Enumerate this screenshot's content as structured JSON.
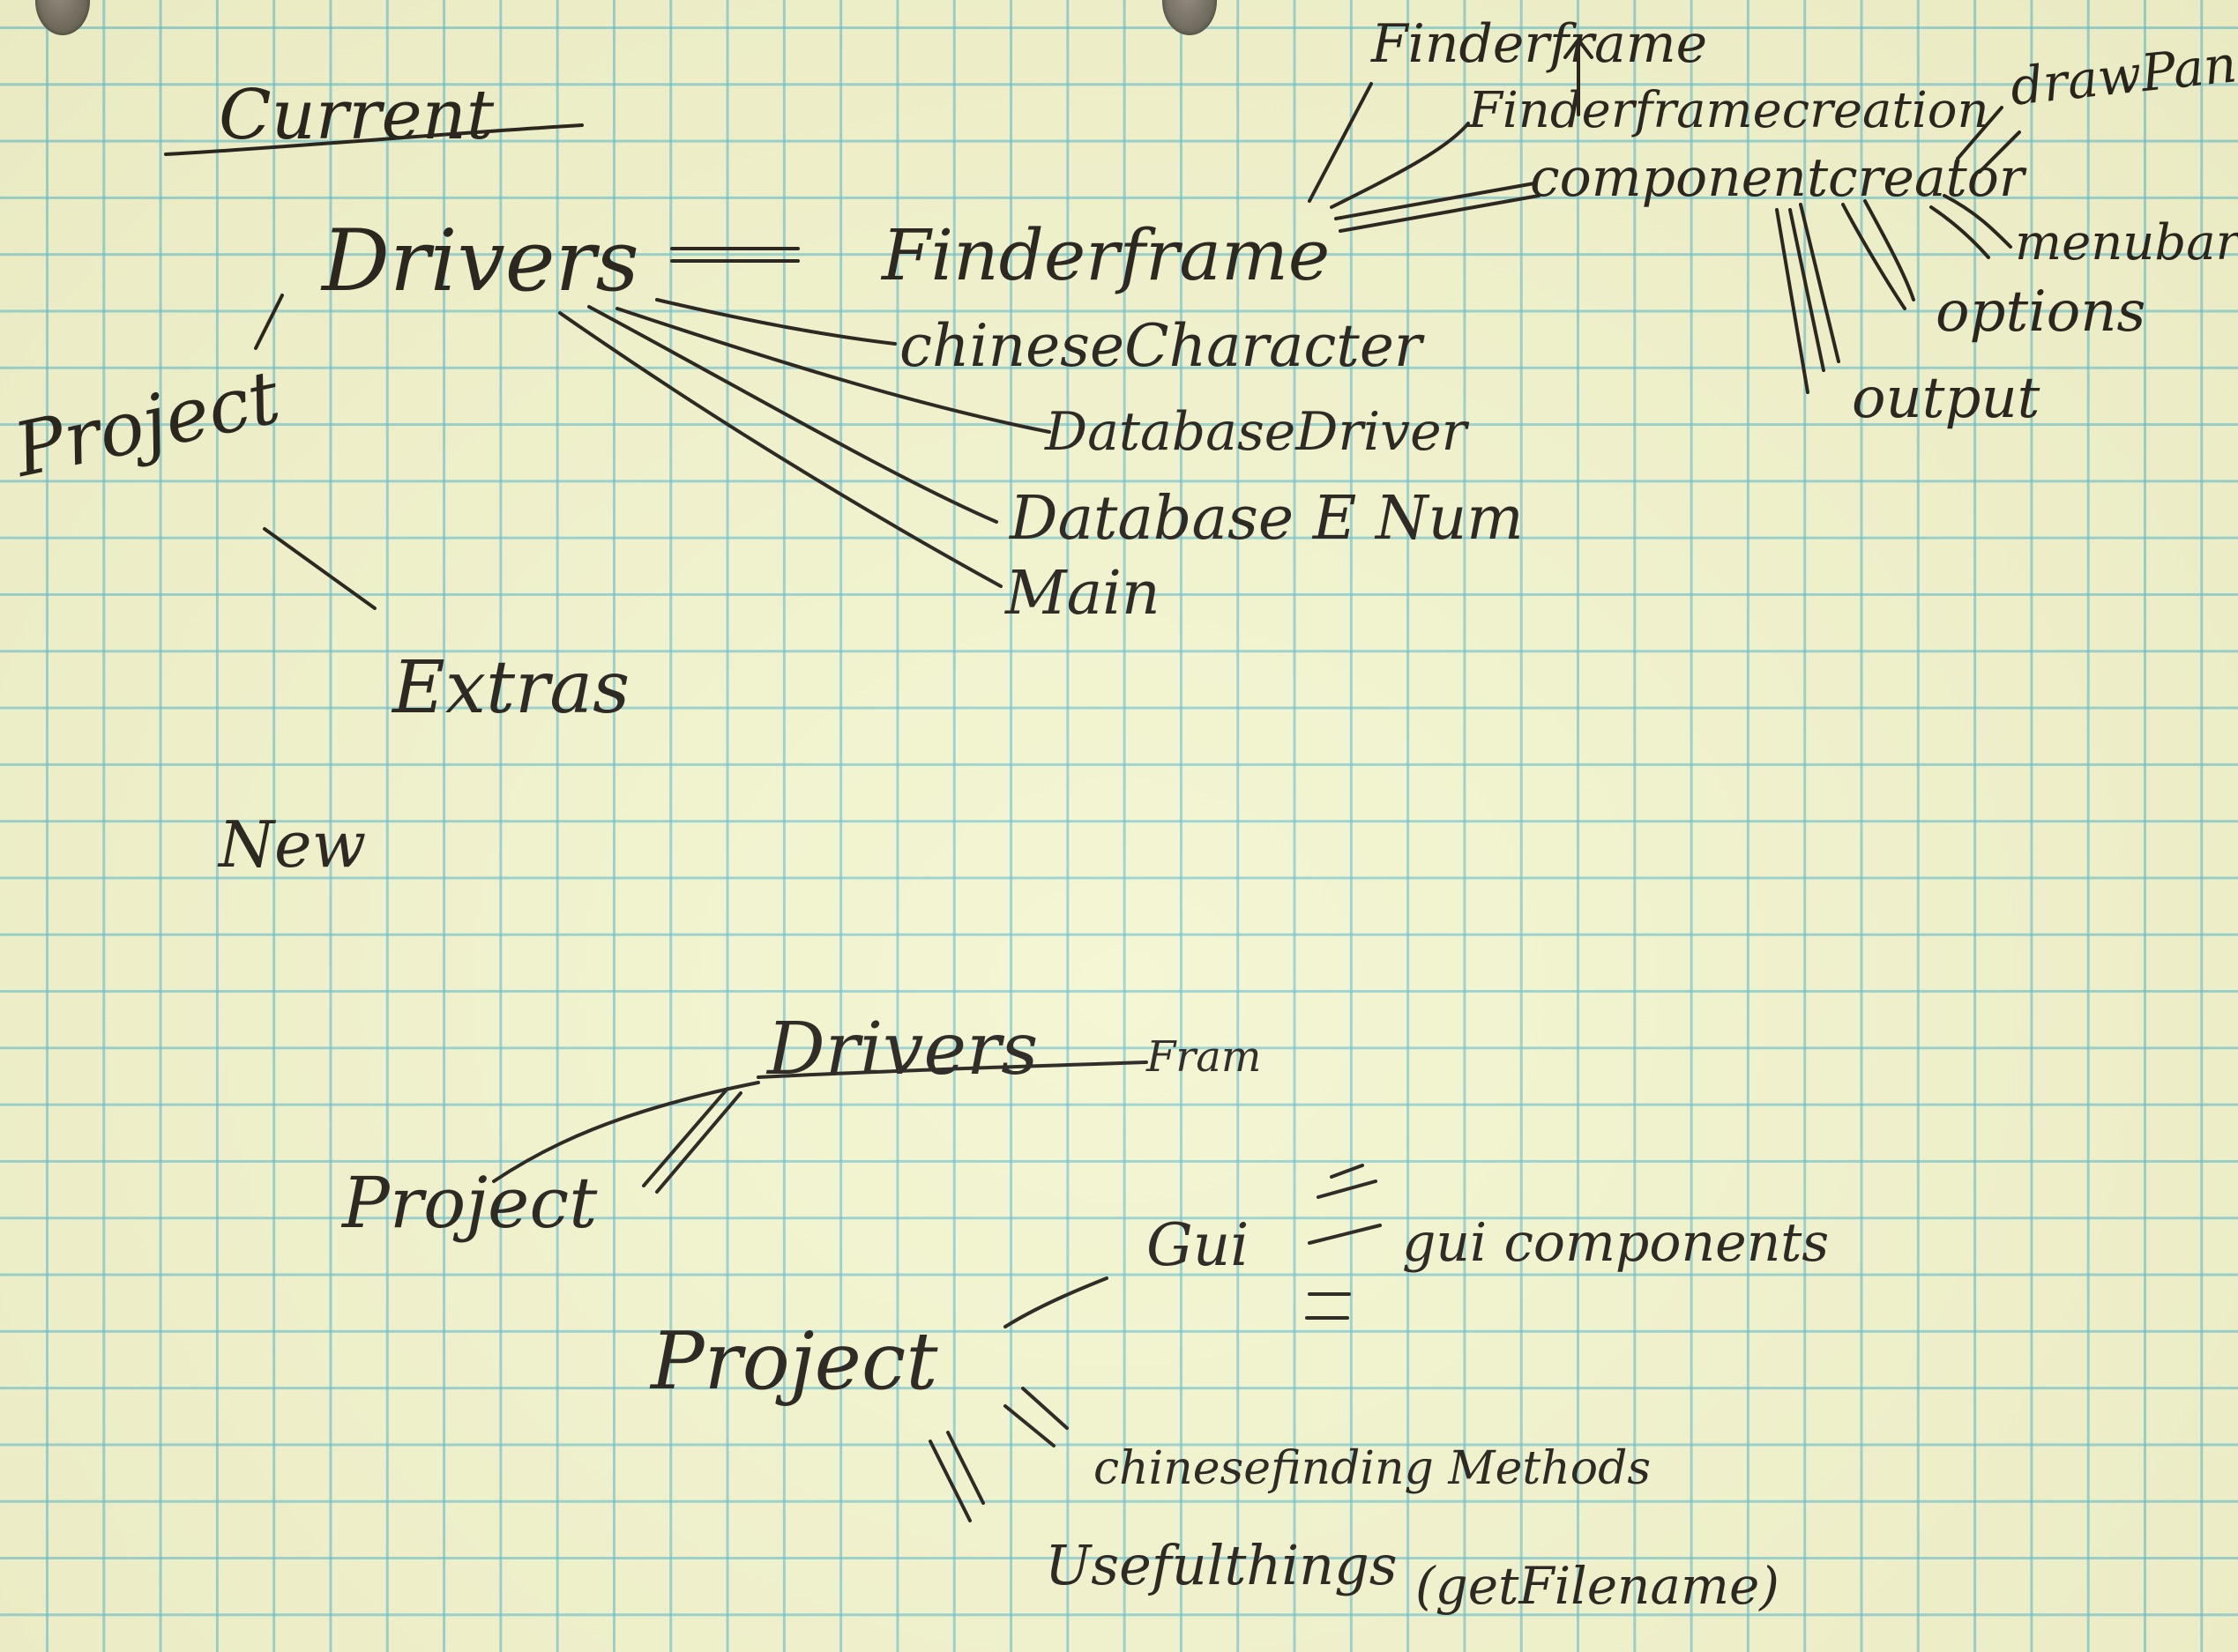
{
  "sections": {
    "current": {
      "heading": "Current",
      "root": "Project",
      "drivers": {
        "label": "Drivers",
        "children": [
          "chineseCharacter",
          "DatabaseDriver",
          "Database E Num",
          "Main"
        ]
      },
      "finderframe": {
        "label": "Finderframe",
        "children": [
          "Finderframe",
          "Finderframecreation",
          "componentcreator"
        ]
      },
      "componentcreator_children": [
        "drawPanel",
        "menubar",
        "options",
        "output"
      ],
      "extras": "Extras"
    },
    "new": {
      "heading": "New",
      "upper": {
        "root": "Project",
        "drivers": "Drivers",
        "trailing": "Fram"
      },
      "lower": {
        "root": "Project",
        "gui": "Gui",
        "gui_components": "gui components",
        "chinese_finding": "chinesefinding Methods",
        "useful_things": "Usefulthings",
        "note": "(getFilename)"
      }
    }
  }
}
